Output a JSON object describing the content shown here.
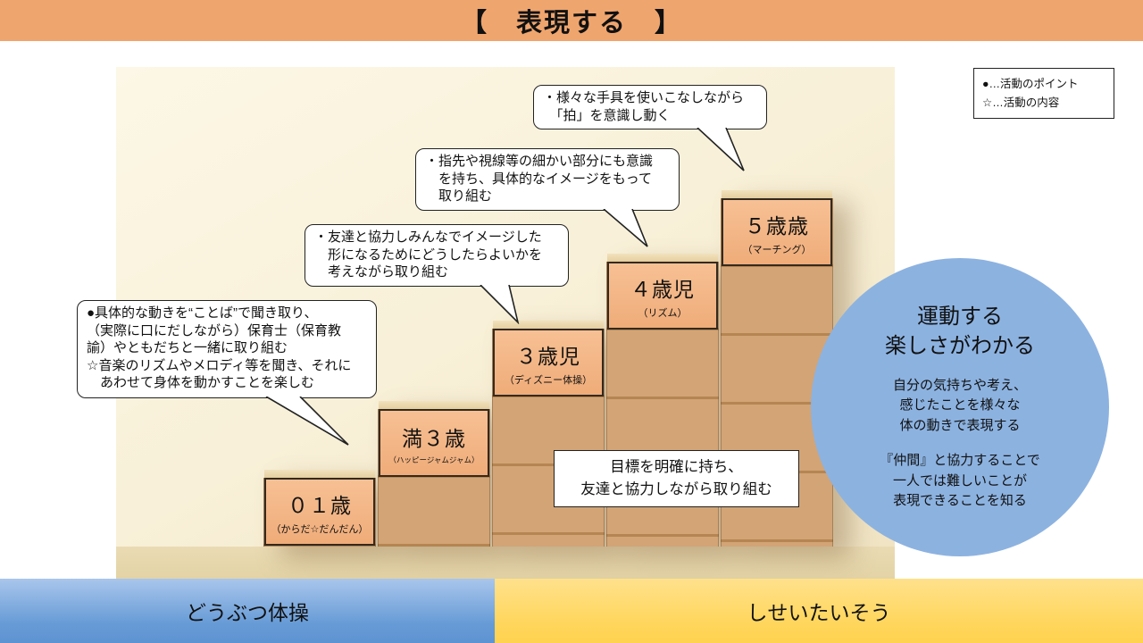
{
  "header": {
    "title": "【　表現する　】"
  },
  "legend": {
    "line1": "●…活動のポイント",
    "line2": "☆…活動の内容"
  },
  "steps": [
    {
      "label": "０１歳",
      "sub": "（からだ☆だんだん）"
    },
    {
      "label": "満３歳",
      "sub": "（ハッピージャムジャム）"
    },
    {
      "label": "３歳児",
      "sub": "（ディズニー体操）"
    },
    {
      "label": "４歳児",
      "sub": "（リズム）"
    },
    {
      "label": "５歳歳",
      "sub": "（マーチング）"
    }
  ],
  "bubbles": [
    {
      "lines": [
        "・様々な手具を使いこなしながら",
        "　「拍」を意識し動く"
      ]
    },
    {
      "lines": [
        "・指先や視線等の細かい部分にも意識",
        "　を持ち、具体的なイメージをもって",
        "　取り組む"
      ]
    },
    {
      "lines": [
        "・友達と協力しみんなでイメージした",
        "　形になるためにどうしたらよいかを",
        "　考えながら取り組む"
      ]
    },
    {
      "lines": [
        "●具体的な動きを“ことば”で聞き取り、",
        "（実際に口にだしながら）保育士（保育教",
        "諭）やともだちと一緒に取り組む",
        "☆音楽のリズムやメロディ等を聞き、それに",
        "　あわせて身体を動かすことを楽しむ"
      ]
    }
  ],
  "goal_box": {
    "lines": [
      "目標を明確に持ち、",
      "友達と協力しながら取り組む"
    ]
  },
  "circle": {
    "title": [
      "運動する",
      "楽しさがわかる"
    ],
    "para1": [
      "自分の気持ちや考え、",
      "感じたことを様々な",
      "体の動きで表現する"
    ],
    "para2": [
      "『仲間』と協力することで",
      "一人では難しいことが",
      "表現できることを知る"
    ]
  },
  "footer": {
    "left": "どうぶつ体操",
    "right": "しせいたいそう"
  },
  "colors": {
    "header_bg": "#EFA56E",
    "block_face": "#F3B488",
    "wood": "#CE9F6F",
    "photo_bg": "#F8F0D8",
    "circle_bg": "#8CB2E0",
    "footer_left_bg": "#679BD6",
    "footer_right_bg": "#FFD966"
  }
}
